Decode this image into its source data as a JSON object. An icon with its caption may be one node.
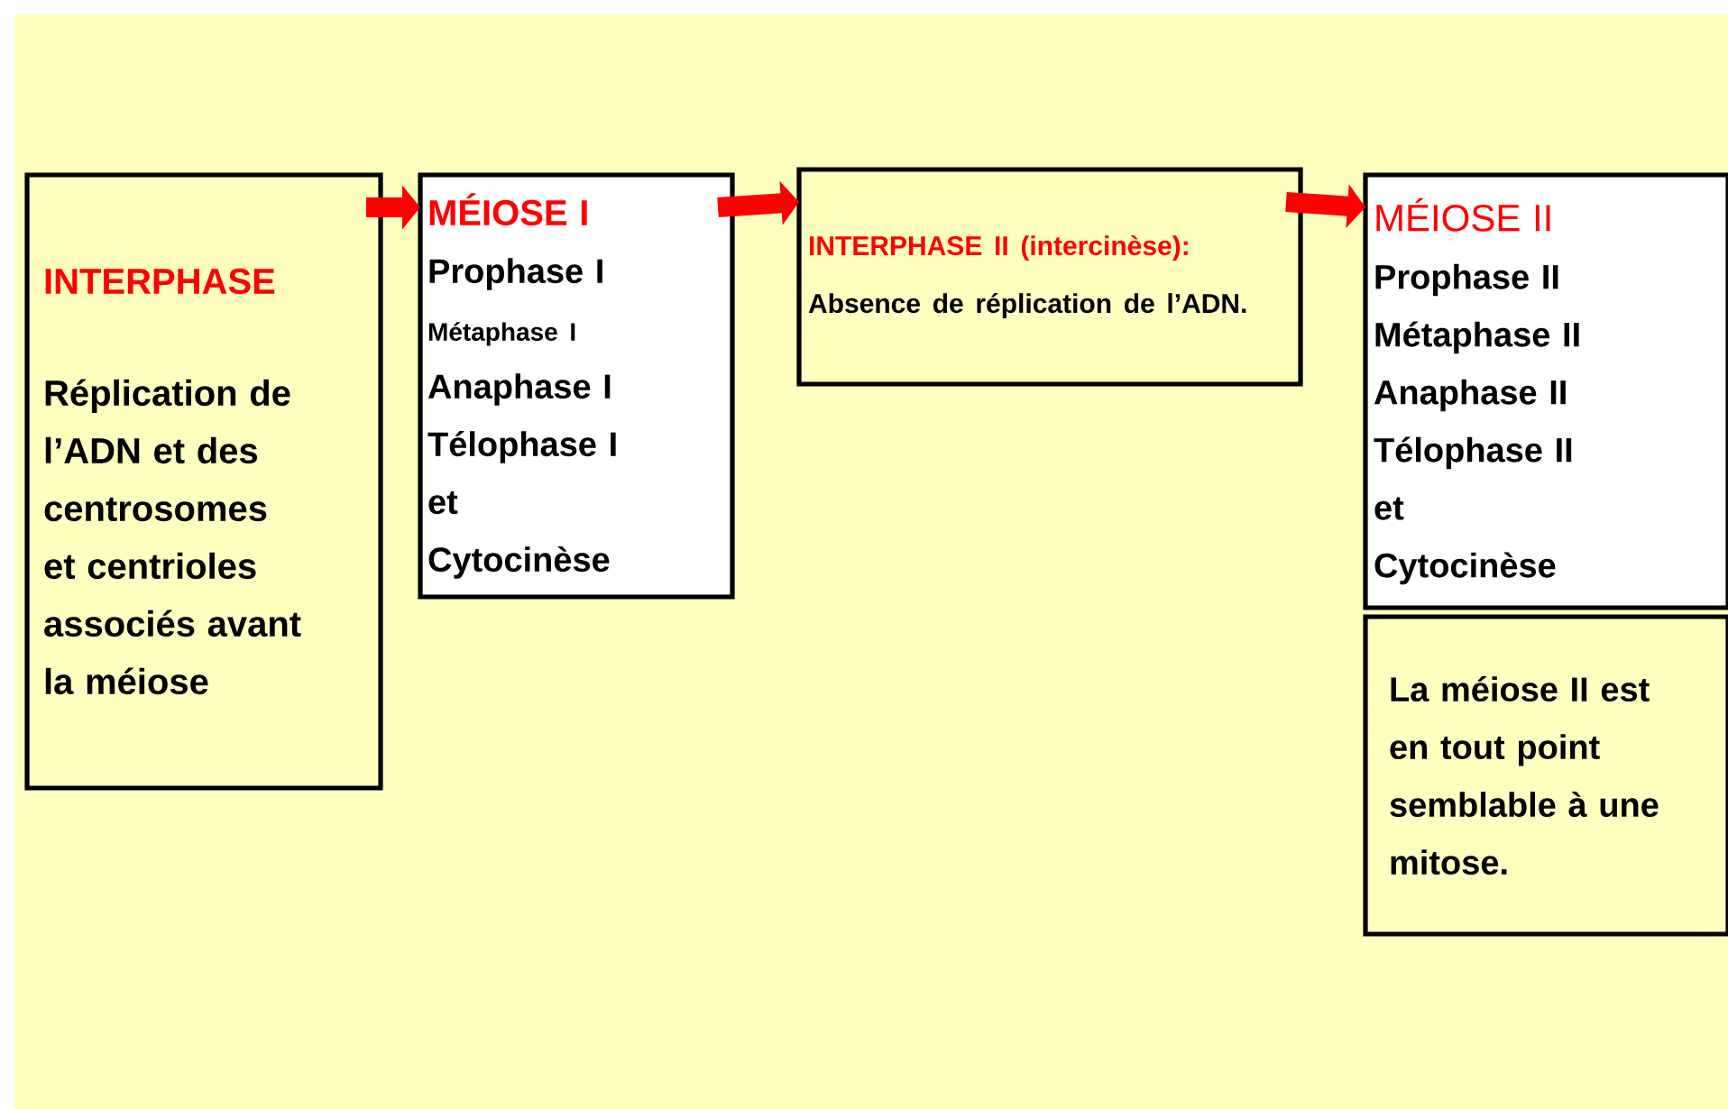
{
  "diagram": {
    "nodes": [
      {
        "text": [
          "INTERPHASE",
          "Réplication de l’ADN et des centrosomes et centrioles associés avant la méiose"
        ]
      },
      {
        "text": [
          "MÉIOSE I",
          "Prophase I",
          "Métaphase I",
          "Anaphase I",
          "Télophase I",
          "et",
          "Cytocinèse"
        ]
      },
      {
        "text": [
          "INTERPHASE II (intercinèse):",
          "Absence de réplication de l’ADN."
        ]
      },
      {
        "text": [
          "MÉIOSE II",
          "Prophase II",
          "Métaphase II",
          "Anaphase II",
          "Télophase II",
          "et",
          "Cytocinèse"
        ]
      },
      {
        "text": [
          "La méiose II est en tout point semblable à une mitose."
        ]
      }
    ],
    "edges": [
      {
        "from": 0,
        "to": 1,
        "arrow": "to"
      },
      {
        "from": 1,
        "to": 2,
        "arrow": "to"
      },
      {
        "from": 2,
        "to": 3,
        "arrow": "to"
      }
    ]
  }
}
